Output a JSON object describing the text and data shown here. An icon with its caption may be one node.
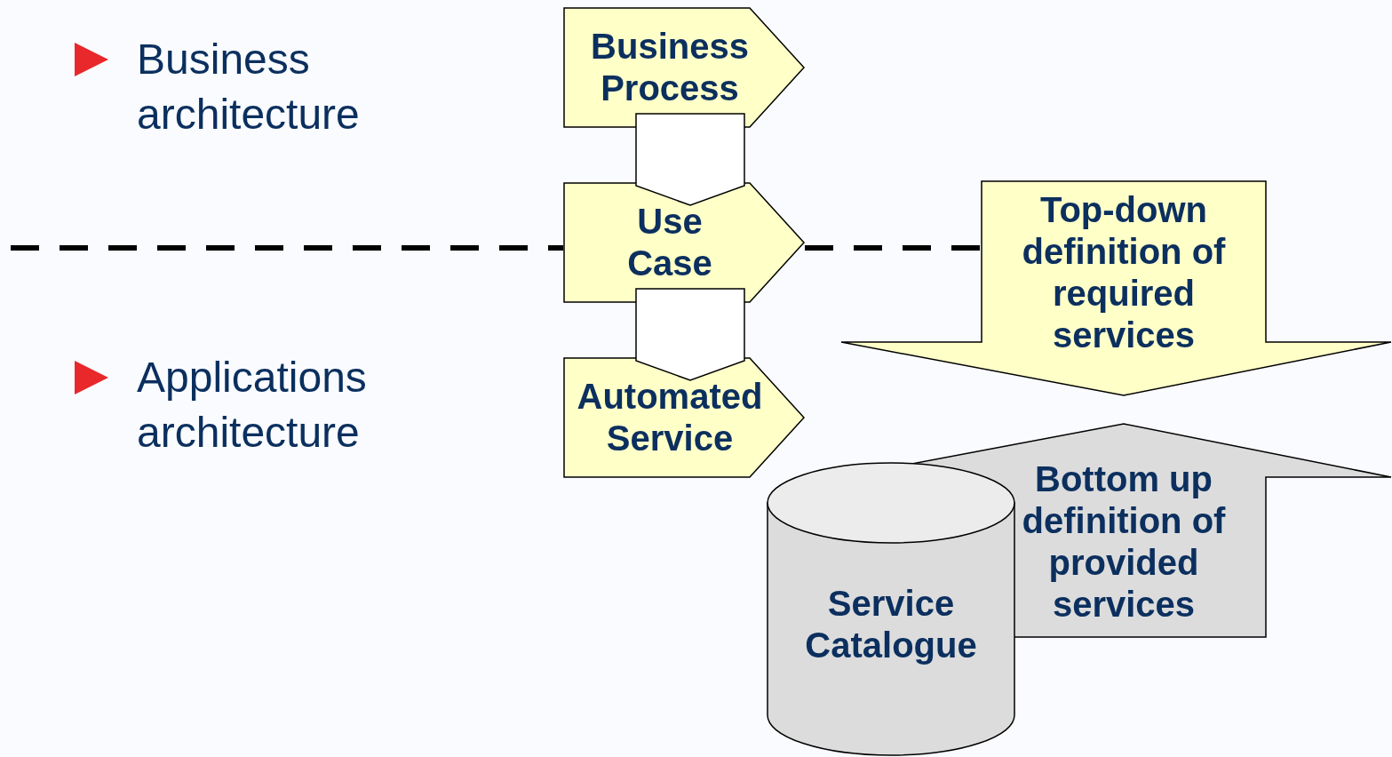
{
  "diagram": {
    "nodes": [
      {
        "text": [
          "Business Process"
        ]
      },
      {
        "text": [
          "Use Case"
        ]
      },
      {
        "text": [
          "Automated Service"
        ]
      },
      {
        "text": [
          "Top-down definition of required services"
        ]
      },
      {
        "text": [
          "Bottom up definition of provided services"
        ]
      },
      {
        "text": [
          "Service Catalogue"
        ]
      }
    ],
    "edges": [
      {
        "from": 0,
        "to": 1,
        "arrow": "to"
      },
      {
        "from": 1,
        "to": 2,
        "arrow": "to"
      }
    ],
    "labels": [
      "Business architecture",
      "Applications architecture"
    ]
  }
}
